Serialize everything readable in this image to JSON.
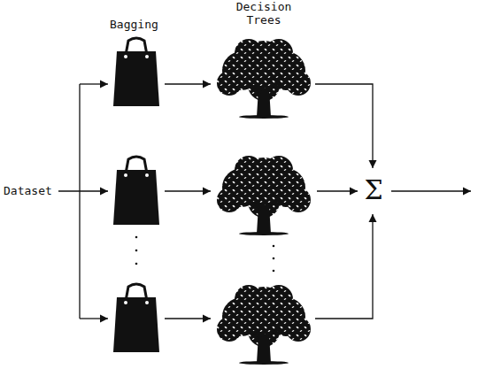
{
  "diagram": {
    "labels": [
      "Bagging",
      "Decision Trees",
      "Dataset",
      "Σ"
    ]
  }
}
